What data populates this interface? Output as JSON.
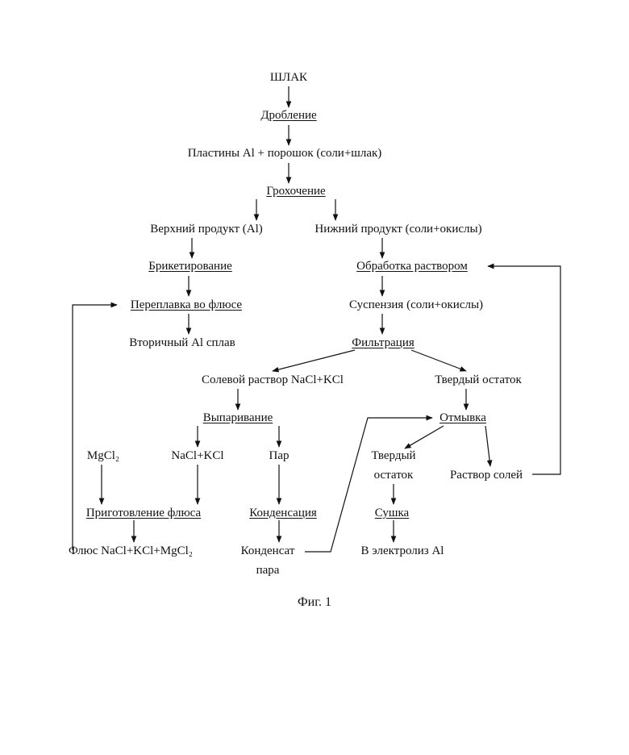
{
  "nodes": {
    "slag": "ШЛАК",
    "crushing": "Дробление",
    "plates": "Пластины Al + порошок (соли+шлак)",
    "screening": "Грохочение",
    "upper": "Верхний продукт (Al)",
    "lower": "Нижний продукт (соли+окислы)",
    "briquetting": "Брикетирование",
    "solution_treatment": "Обработка раствором",
    "remelting": "Переплавка во флюсе",
    "suspension": "Суспензия (соли+окислы)",
    "secondary_alloy": "Вторичный Al сплав",
    "filtration": "Фильтрация",
    "salt_solution": "Солевой раствор NaCl+KCl",
    "solid_residue_1": "Твердый остаток",
    "evaporation": "Выпаривание",
    "washing": "Отмывка",
    "mgcl2": "MgCl₂",
    "nacl_kcl": "NaCl+KCl",
    "steam": "Пар",
    "solid_residue_2_line1": "Твердый",
    "solid_residue_2_line2": "остаток",
    "salt_solution_2": "Раствор солей",
    "flux_prep": "Приготовление флюса",
    "condensation": "Конденсация",
    "drying": "Сушка",
    "flux": "Флюс NaCl+KCl+MgCl₂",
    "condensate_line1": "Конденсат",
    "condensate_line2": "пара",
    "electrolysis": "В электролиз Al"
  },
  "caption": "Фиг. 1"
}
